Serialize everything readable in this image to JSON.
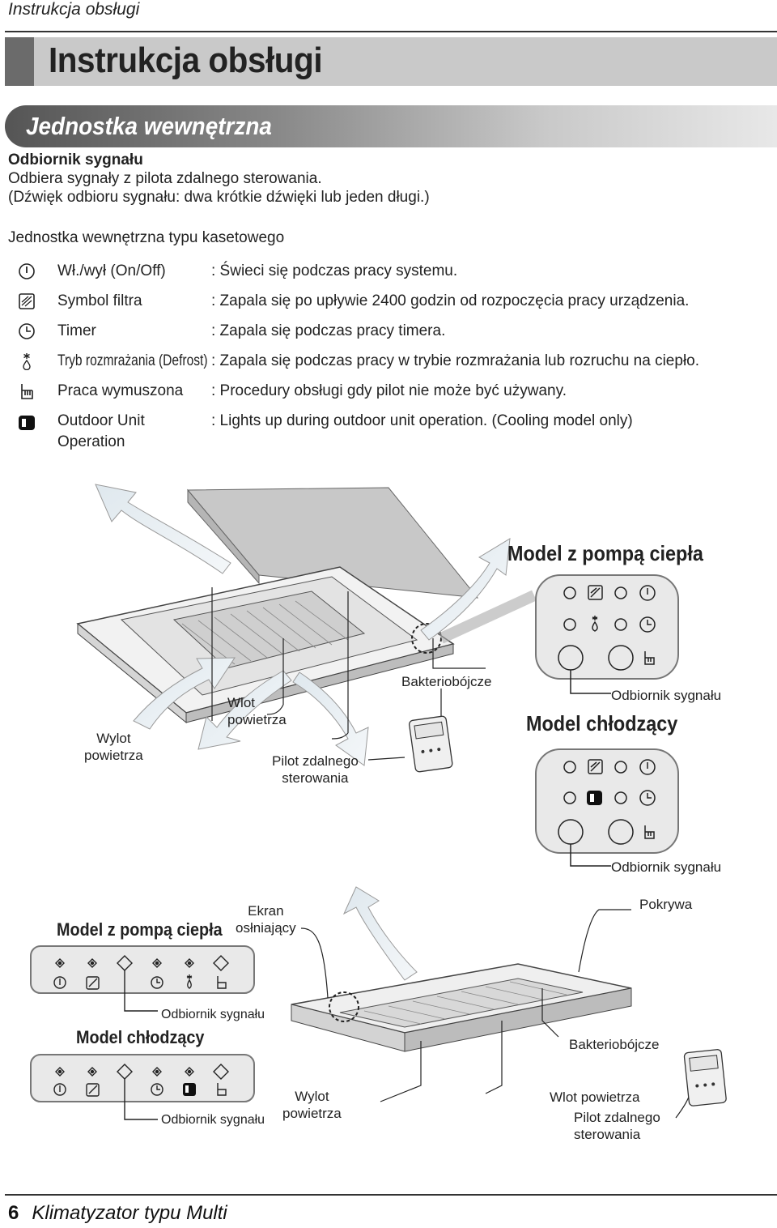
{
  "header": {
    "running_head": "Instrukcja obsługi",
    "title": "Instrukcja obsługi",
    "section": "Jednostka wewnętrzna"
  },
  "signal": {
    "heading": "Odbiornik sygnału",
    "line1": "Odbiera sygnały z pilota zdalnego sterowania.",
    "line2": "(Dźwięk odbioru sygnału: dwa krótkie dźwięki lub jeden długi.)"
  },
  "cassette_heading": "Jednostka wewnętrzna typu kasetowego",
  "legend": [
    {
      "icon": "power-icon",
      "name": "Wł./wył (On/Off)",
      "desc": ": Świeci się podczas pracy systemu."
    },
    {
      "icon": "filter-icon",
      "name": "Symbol filtra",
      "desc": ": Zapala się po upływie 2400 godzin od rozpoczęcia pracy urządzenia."
    },
    {
      "icon": "timer-icon",
      "name": "Timer",
      "desc": ": Zapala się podczas pracy timera."
    },
    {
      "icon": "defrost-icon",
      "name": "Tryb rozmrażania (Defrost)",
      "desc": ": Zapala się podczas pracy w trybie rozmrażania lub rozruchu na ciepło."
    },
    {
      "icon": "hand-icon",
      "name": "Praca wymuszona",
      "desc": ": Procedury obsługi gdy pilot nie może być używany."
    },
    {
      "icon": "outdoor-unit-icon",
      "name": "Outdoor Unit",
      "name2": "Operation",
      "desc": ": Lights up during outdoor unit operation. (Cooling model only)"
    }
  ],
  "diagram": {
    "heat_pump_model": "Model z pompą ciepła",
    "cooling_model": "Model chłodzący",
    "signal_receiver": "Odbiornik sygnału",
    "air_outlet_1": "Wylot",
    "air_outlet_2": "powietrza",
    "air_inlet_1": "Wlot",
    "air_inlet_2": "powietrza",
    "bactericidal": "Bakteriobójcze",
    "remote_1": "Pilot zdalnego",
    "remote_2": "sterowania",
    "screen_1": "Ekran",
    "screen_2": "osłniający",
    "cover": "Pokrywa",
    "air_inlet_full": "Wlot powietrza"
  },
  "footer": {
    "page": "6",
    "text": "Klimatyzator typu Multi"
  }
}
